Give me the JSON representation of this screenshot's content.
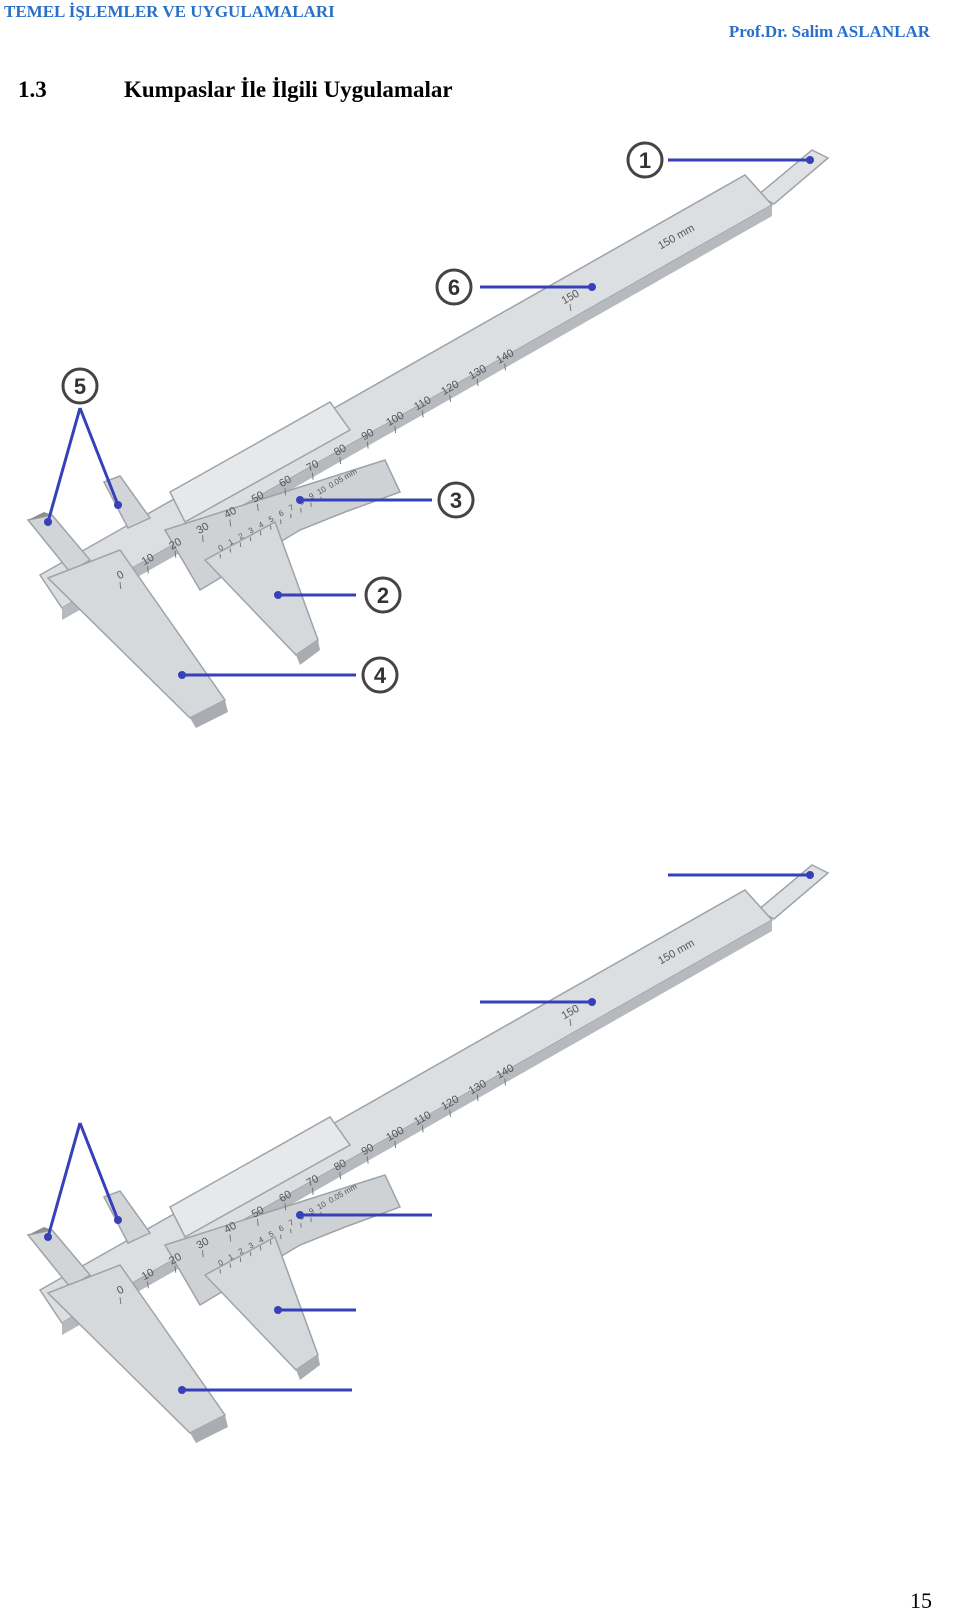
{
  "header": {
    "course_title": "TEMEL İŞLEMLER VE UYGULAMALARI",
    "author": "Prof.Dr. Salim ASLANLAR"
  },
  "section": {
    "number": "1.3",
    "title": "Kumpaslar İle İlgili Uygulamalar"
  },
  "caliper": {
    "scale_labels": [
      "0",
      "10",
      "20",
      "30",
      "40",
      "50",
      "60",
      "70",
      "80",
      "90",
      "100",
      "110",
      "120",
      "130",
      "140",
      "150"
    ],
    "scale_unit_label": "150 mm",
    "vernier_labels": [
      "0",
      "1",
      "2",
      "3",
      "4",
      "5",
      "6",
      "7",
      "8",
      "9",
      "10"
    ],
    "vernier_unit_label": "0.05 mm"
  },
  "figure_top": {
    "callouts": [
      {
        "number": "1"
      },
      {
        "number": "2"
      },
      {
        "number": "3"
      },
      {
        "number": "4"
      },
      {
        "number": "5"
      },
      {
        "number": "6"
      }
    ]
  },
  "colors": {
    "header": "#2a6fc9",
    "leader": "#3640b8",
    "caliper_body": "#d6d9dc",
    "caliper_edge": "#9ea3a8"
  },
  "page_number": "15"
}
